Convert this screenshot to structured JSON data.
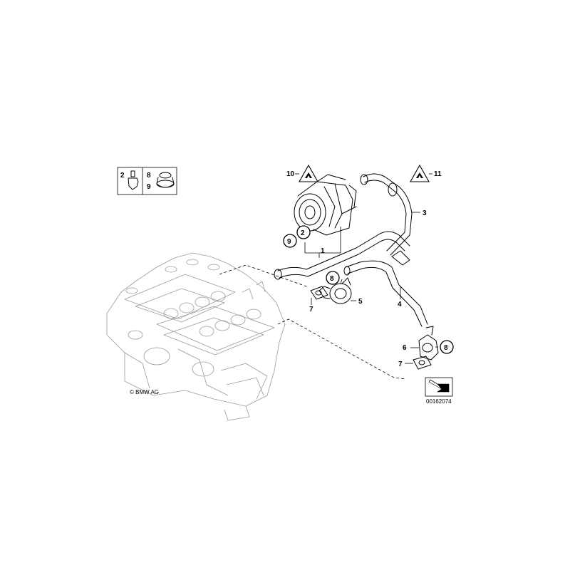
{
  "diagram": {
    "copyright": "© BMW AG",
    "diagram_number": "00162074",
    "legend_box": {
      "labels": [
        "2",
        "8",
        "9"
      ]
    },
    "callouts": [
      "1",
      "2",
      "3",
      "4",
      "5",
      "6",
      "7",
      "7",
      "8",
      "8",
      "9",
      "10",
      "11"
    ],
    "warning_symbols": [
      {
        "label": "10",
        "icon": "warning-triangle-icon"
      },
      {
        "label": "11",
        "icon": "warning-triangle-icon"
      }
    ]
  }
}
